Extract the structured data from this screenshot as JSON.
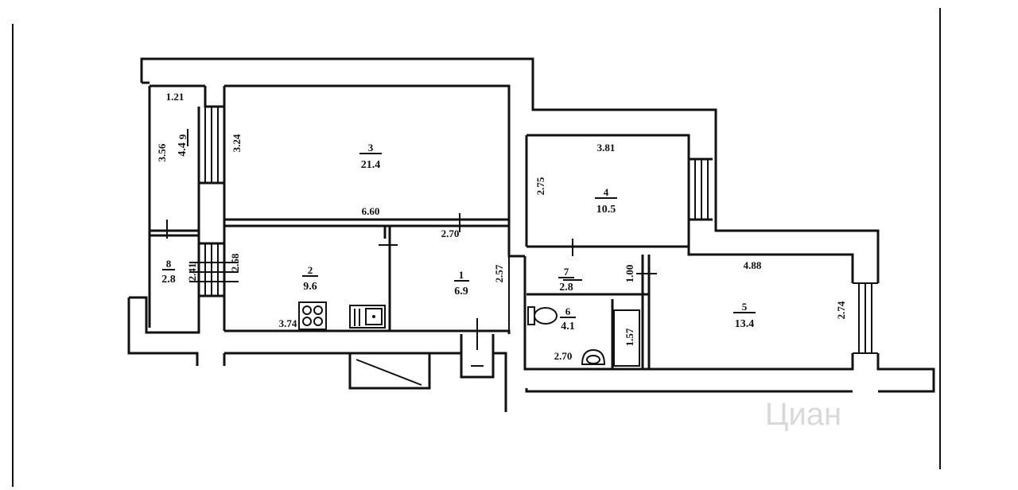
{
  "rooms": [
    {
      "id": "1",
      "number": "1",
      "area": "6.9"
    },
    {
      "id": "2",
      "number": "2",
      "area": "9.6"
    },
    {
      "id": "3",
      "number": "3",
      "area": "21.4"
    },
    {
      "id": "4",
      "number": "4",
      "area": "10.5"
    },
    {
      "id": "5",
      "number": "5",
      "area": "13.4"
    },
    {
      "id": "6",
      "number": "6",
      "area": "4.1"
    },
    {
      "id": "7",
      "number": "7",
      "area": "2.8"
    },
    {
      "id": "8",
      "number": "8",
      "area": "2.8"
    },
    {
      "id": "9",
      "number": "9",
      "area": "4.4"
    }
  ],
  "dimensions": {
    "d121": "1.21",
    "d356": "3.56",
    "d324": "3.24",
    "d660": "6.60",
    "d270a": "2.70",
    "d381": "3.81",
    "d275": "2.75",
    "d241": "2.41",
    "d258": "2.58",
    "d374": "3.74",
    "d257": "2.57",
    "d100": "1.00",
    "d488": "4.88",
    "d274": "2.74",
    "d157": "1.57",
    "d270b": "2.70"
  },
  "watermark": "Циан"
}
